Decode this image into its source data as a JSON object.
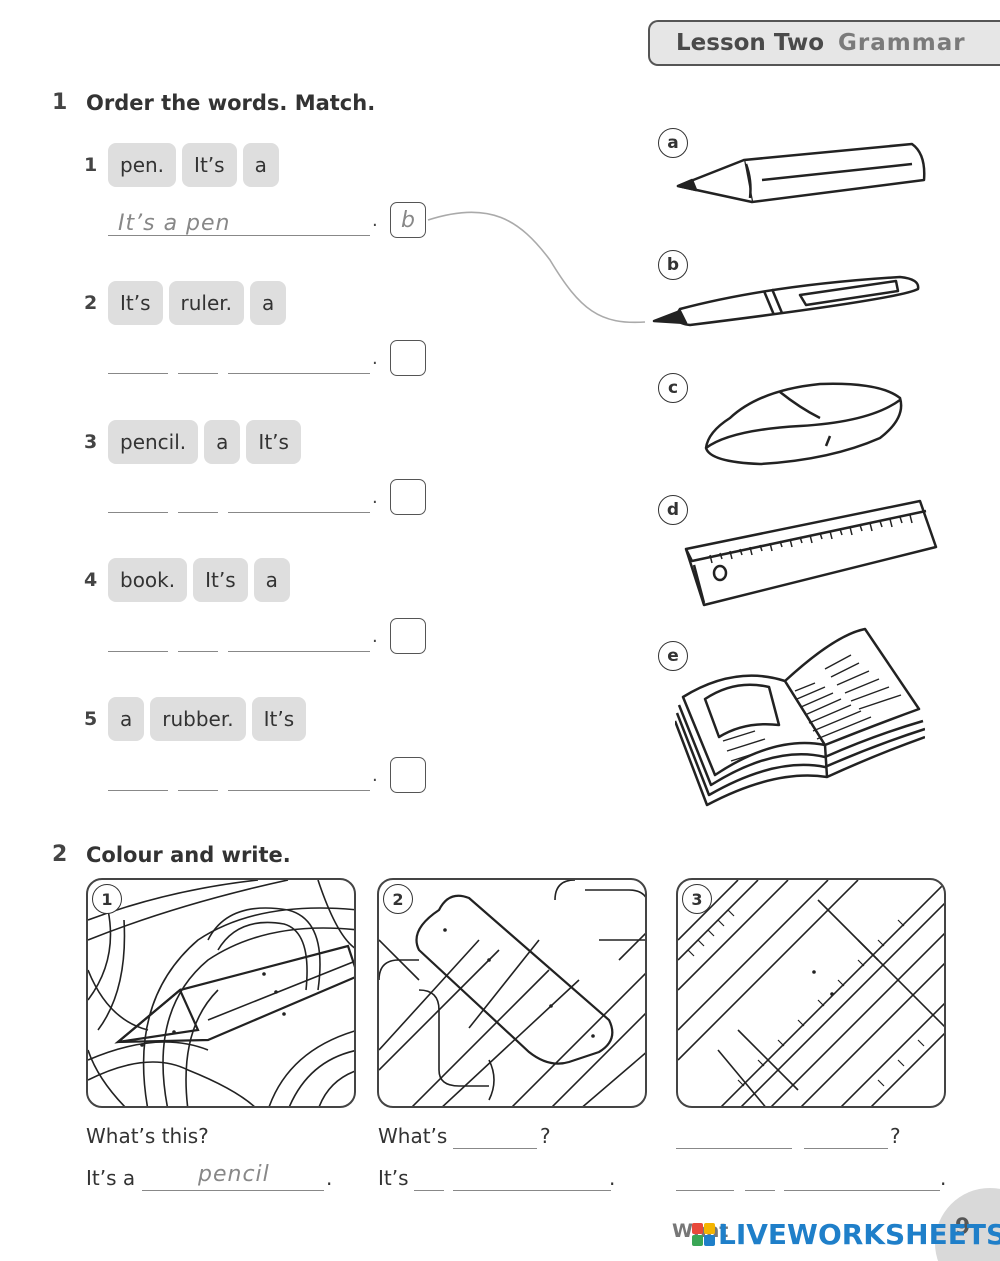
{
  "header": {
    "lesson": "Lesson Two",
    "topic": "Grammar"
  },
  "exercise1": {
    "number": "1",
    "title": "Order the words. Match.",
    "items": [
      {
        "num": "1",
        "words": [
          "pen.",
          "It’s",
          "a"
        ],
        "answer": "It’s a pen",
        "letter": "b"
      },
      {
        "num": "2",
        "words": [
          "It’s",
          "ruler.",
          "a"
        ],
        "answer": "",
        "letter": ""
      },
      {
        "num": "3",
        "words": [
          "pencil.",
          "a",
          "It’s"
        ],
        "answer": "",
        "letter": ""
      },
      {
        "num": "4",
        "words": [
          "book.",
          "It’s",
          "a"
        ],
        "answer": "",
        "letter": ""
      },
      {
        "num": "5",
        "words": [
          "a",
          "rubber.",
          "It’s"
        ],
        "answer": "",
        "letter": ""
      }
    ],
    "pictures": [
      {
        "label": "a",
        "icon": "pencil-icon"
      },
      {
        "label": "b",
        "icon": "pen-icon"
      },
      {
        "label": "c",
        "icon": "rubber-icon"
      },
      {
        "label": "d",
        "icon": "ruler-icon"
      },
      {
        "label": "e",
        "icon": "book-icon"
      }
    ]
  },
  "exercise2": {
    "number": "2",
    "title": "Colour and write.",
    "panels": [
      "1",
      "2",
      "3"
    ],
    "col1": {
      "q": "What’s this?",
      "a_prefix": "It’s a",
      "a_answer": "pencil"
    },
    "col2": {
      "q_prefix": "What’s",
      "q_end": "?",
      "a_prefix": "It’s"
    },
    "col3": {
      "q_end": "?"
    },
    "period": "."
  },
  "footer": {
    "brand": "LIVEWORKSHEETS",
    "faded_text": "What",
    "page": "9"
  }
}
